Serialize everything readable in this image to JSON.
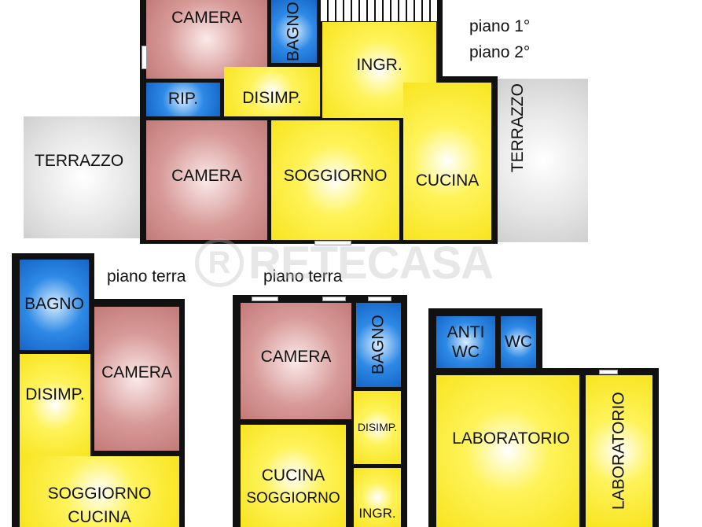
{
  "watermark": "RETECASA",
  "floor_labels": {
    "upper_1": "piano 1°",
    "upper_2": "piano 2°",
    "ground_left": "piano terra",
    "ground_middle": "piano terra"
  },
  "upper_plan": {
    "camera_top": "CAMERA",
    "bagno": "BAGNO",
    "ingresso": "INGR.",
    "ripostiglio": "RIP.",
    "disimpegno": "DISIMP.",
    "camera_bottom": "CAMERA",
    "soggiorno": "SOGGIORNO",
    "cucina": "CUCINA",
    "terrazzo_left": "TERRAZZO",
    "terrazzo_right": "TERRAZZO"
  },
  "ground_left": {
    "bagno": "BAGNO",
    "camera": "CAMERA",
    "disimpegno": "DISIMP.",
    "soggiorno_cucina_1": "SOGGIORNO",
    "soggiorno_cucina_2": "CUCINA"
  },
  "ground_middle": {
    "camera": "CAMERA",
    "bagno": "BAGNO",
    "disimpegno": "DISIMP.",
    "cucina_soggiorno_1": "CUCINA",
    "cucina_soggiorno_2": "SOGGIORNO",
    "ingresso": "INGR."
  },
  "ground_right": {
    "antiwc_1": "ANTI",
    "antiwc_2": "WC",
    "wc": "WC",
    "laboratorio": "LABORATORIO",
    "laboratorio_2": "LABORATORIO"
  },
  "colors": {
    "camera": "#d08c8a",
    "bagno": "#1e78d8",
    "living": "#f7e41f",
    "terrazzo": "#d9d9d9",
    "wall": "#111111"
  }
}
